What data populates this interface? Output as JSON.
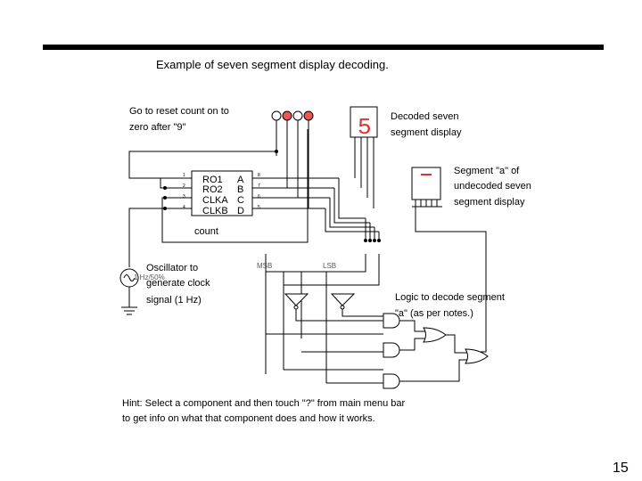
{
  "slide": {
    "title": "Example of seven segment display decoding.",
    "page_number": "15",
    "hint_line1": "Hint: Select a component and then touch \"?\" from main menu bar",
    "hint_line2": "to get info on what that component does and how it works."
  },
  "annotations": {
    "reset_line1": "Go to reset count on to",
    "reset_line2": "zero after \"9\"",
    "decoded_line1": "Decoded seven",
    "decoded_line2": "segment display",
    "segment_line1": "Segment \"a\" of",
    "segment_line2": "undecoded seven",
    "segment_line3": "segment display",
    "osc_line1": "Oscillator to",
    "osc_line2": "generate clock",
    "osc_line3": "signal (1 Hz)",
    "osc_value": "1 Hz/50%",
    "logic_line1": "Logic to decode segment",
    "logic_line2": "\"a\" (as per notes.)",
    "msb": "MSB",
    "lsb": "LSB"
  },
  "counter": {
    "label": "count",
    "inputs": [
      "RO1",
      "RO2",
      "CLKA",
      "CLKB"
    ],
    "input_pins": [
      "1",
      "2",
      "3",
      "4"
    ],
    "outputs": [
      "A",
      "B",
      "C",
      "D"
    ],
    "output_pins": [
      "8",
      "7",
      "6",
      "5"
    ]
  },
  "display": {
    "digit": "5",
    "digit_color": "#dd3333"
  },
  "probes": {
    "lit_color": "#ee5555",
    "unlit_color": "#ffffff"
  }
}
